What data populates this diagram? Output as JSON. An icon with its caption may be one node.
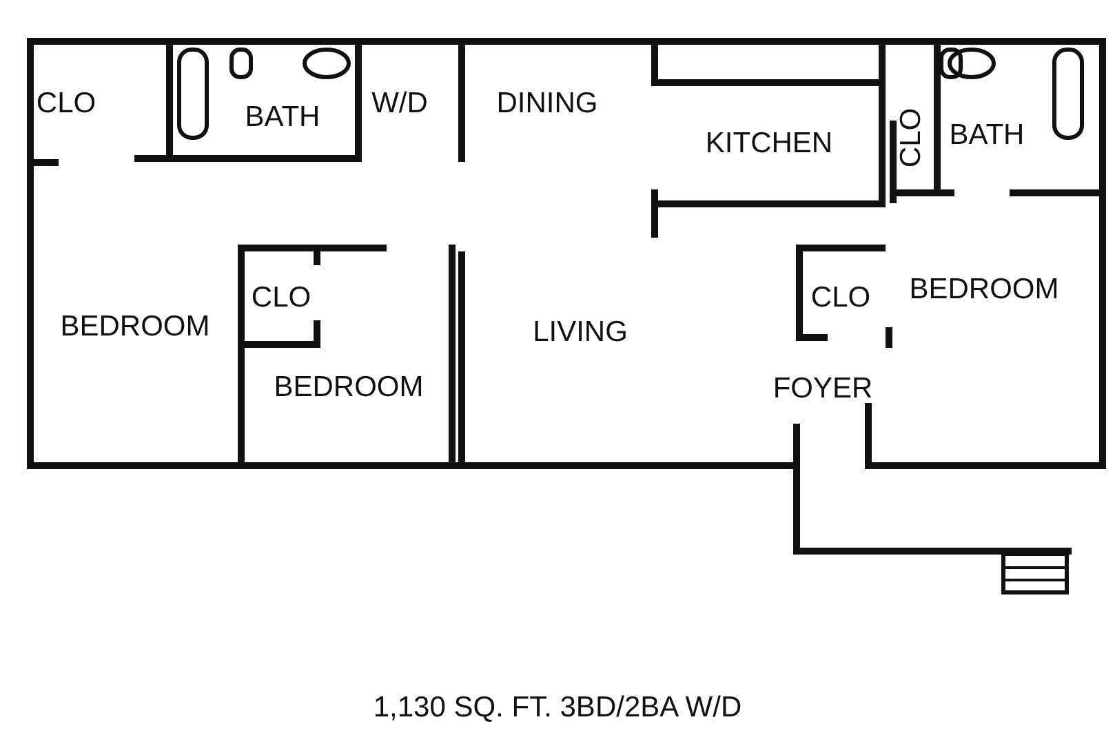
{
  "diagram": {
    "caption": "1,130 SQ. FT. 3BD/2BA W/D",
    "labels": [
      "CLO",
      "BATH",
      "W/D",
      "DINING",
      "KITCHEN",
      "CLO",
      "BATH",
      "CLO",
      "CLO",
      "BEDROOM",
      "BEDROOM",
      "LIVING",
      "BEDROOM",
      "FOYER"
    ]
  }
}
